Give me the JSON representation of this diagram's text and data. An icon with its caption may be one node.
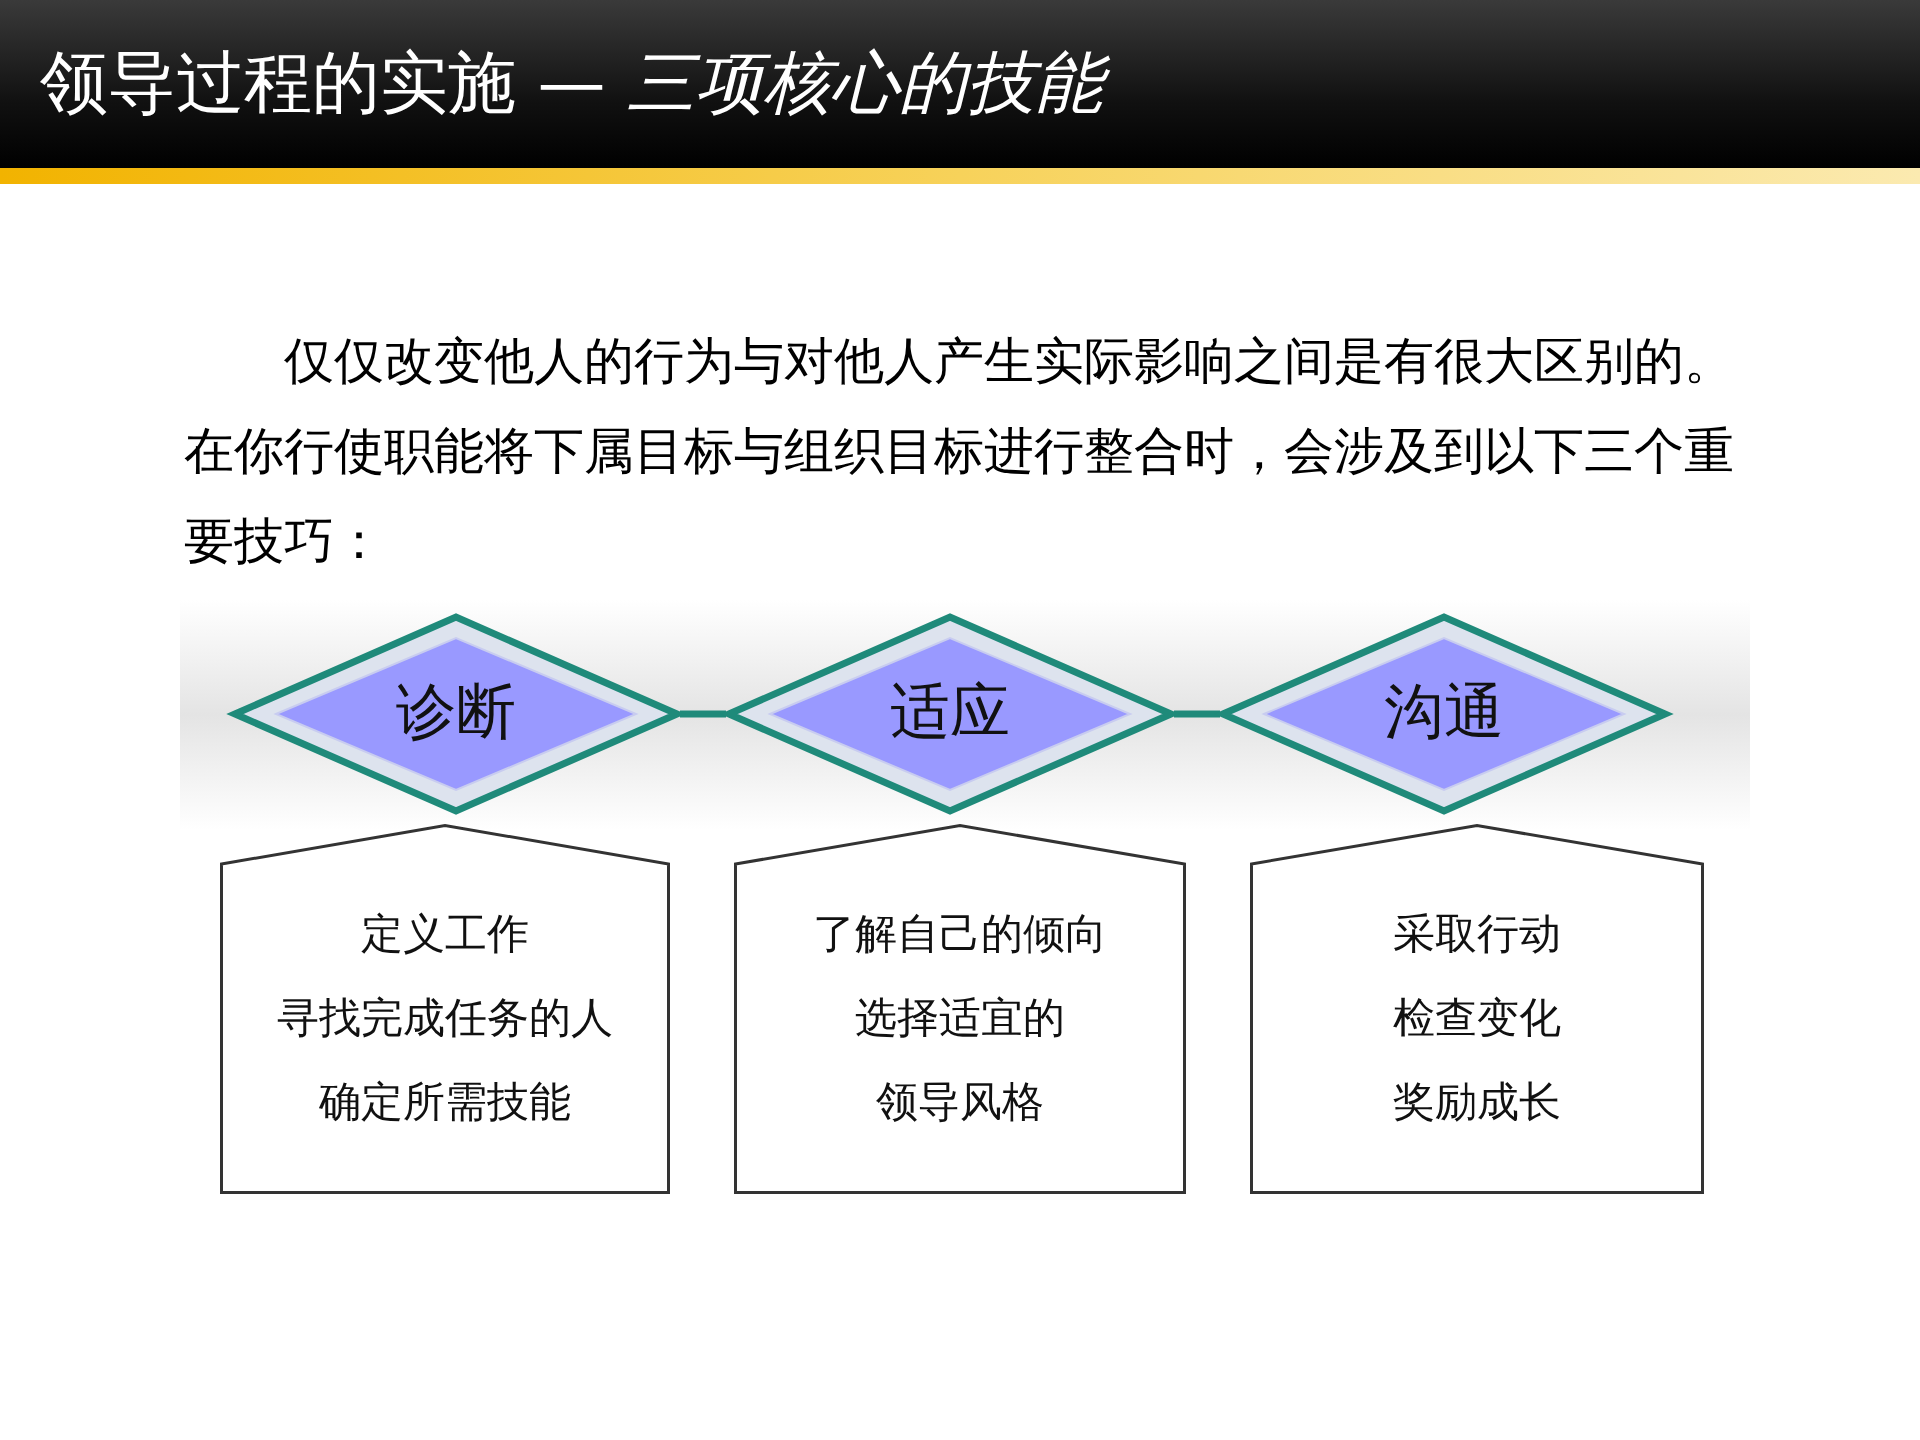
{
  "diagram": {
    "title": "领导过程的实施 — *三项核心的技能*",
    "nodes": [
      {
        "text": [
          "诊断"
        ]
      },
      {
        "text": [
          "适应"
        ]
      },
      {
        "text": [
          "沟通"
        ]
      },
      {
        "text": [
          "定义工作",
          "寻找完成任务的人",
          "确定所需技能"
        ]
      },
      {
        "text": [
          "了解自己的倾向",
          "选择适宜的",
          "领导风格"
        ]
      },
      {
        "text": [
          "采取行动",
          "检查变化",
          "奖励成长"
        ]
      }
    ],
    "edges": [
      {
        "from": 0,
        "to": 1,
        "arrow": "none"
      },
      {
        "from": 1,
        "to": 2,
        "arrow": "none"
      }
    ],
    "labels": [
      "仅仅改变他人的行为与对他人产生实际影响之间是有很大区别的。在你行使职能将下属目标与组织目标进行整合时，会涉及到以下三个重要技巧："
    ]
  }
}
